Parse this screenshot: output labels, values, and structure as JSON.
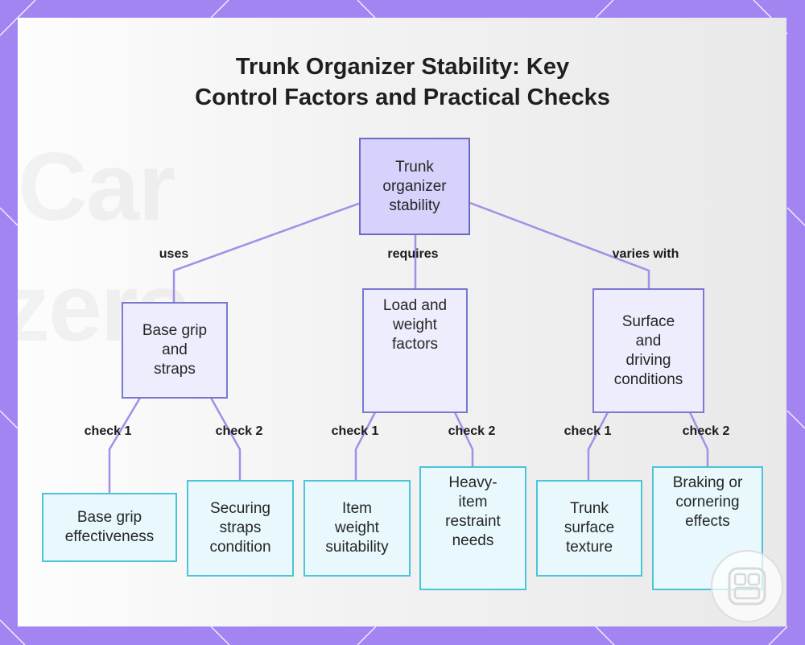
{
  "title": {
    "line1": "Trunk Organizer Stability: Key",
    "line2": "Control Factors and Practical Checks"
  },
  "background_watermark": [
    "Car",
    "zers"
  ],
  "nodes": {
    "root": [
      "Trunk",
      "organizer",
      "stability"
    ],
    "base_grip_straps": [
      "Base grip",
      "and",
      "straps"
    ],
    "load_weight": [
      "Load and",
      "weight",
      "factors"
    ],
    "surface_driving": [
      "Surface",
      "and",
      "driving",
      "conditions"
    ],
    "base_grip_effectiveness": [
      "Base grip",
      "effectiveness"
    ],
    "securing_straps": [
      "Securing",
      "straps",
      "condition"
    ],
    "item_weight": [
      "Item",
      "weight",
      "suitability"
    ],
    "heavy_item": [
      "Heavy-",
      "item",
      "restraint",
      "needs"
    ],
    "trunk_surface": [
      "Trunk",
      "surface",
      "texture"
    ],
    "braking_cornering": [
      "Braking or",
      "cornering",
      "effects"
    ]
  },
  "edge_labels": {
    "uses": "uses",
    "requires": "requires",
    "varies_with": "varies with",
    "check1_a": "check 1",
    "check2_a": "check 2",
    "check1_b": "check 1",
    "check2_b": "check 2",
    "check1_c": "check 1",
    "check2_c": "check 2"
  },
  "colors": {
    "frame": "#a385f2",
    "edge": "#a58ee6",
    "root_fill": "#d6d2fb",
    "branch_fill": "#eeedfd",
    "leaf_fill": "#e8f8fc",
    "leaf_border": "#4cc3d9"
  },
  "icons": [
    "logo-icon"
  ]
}
